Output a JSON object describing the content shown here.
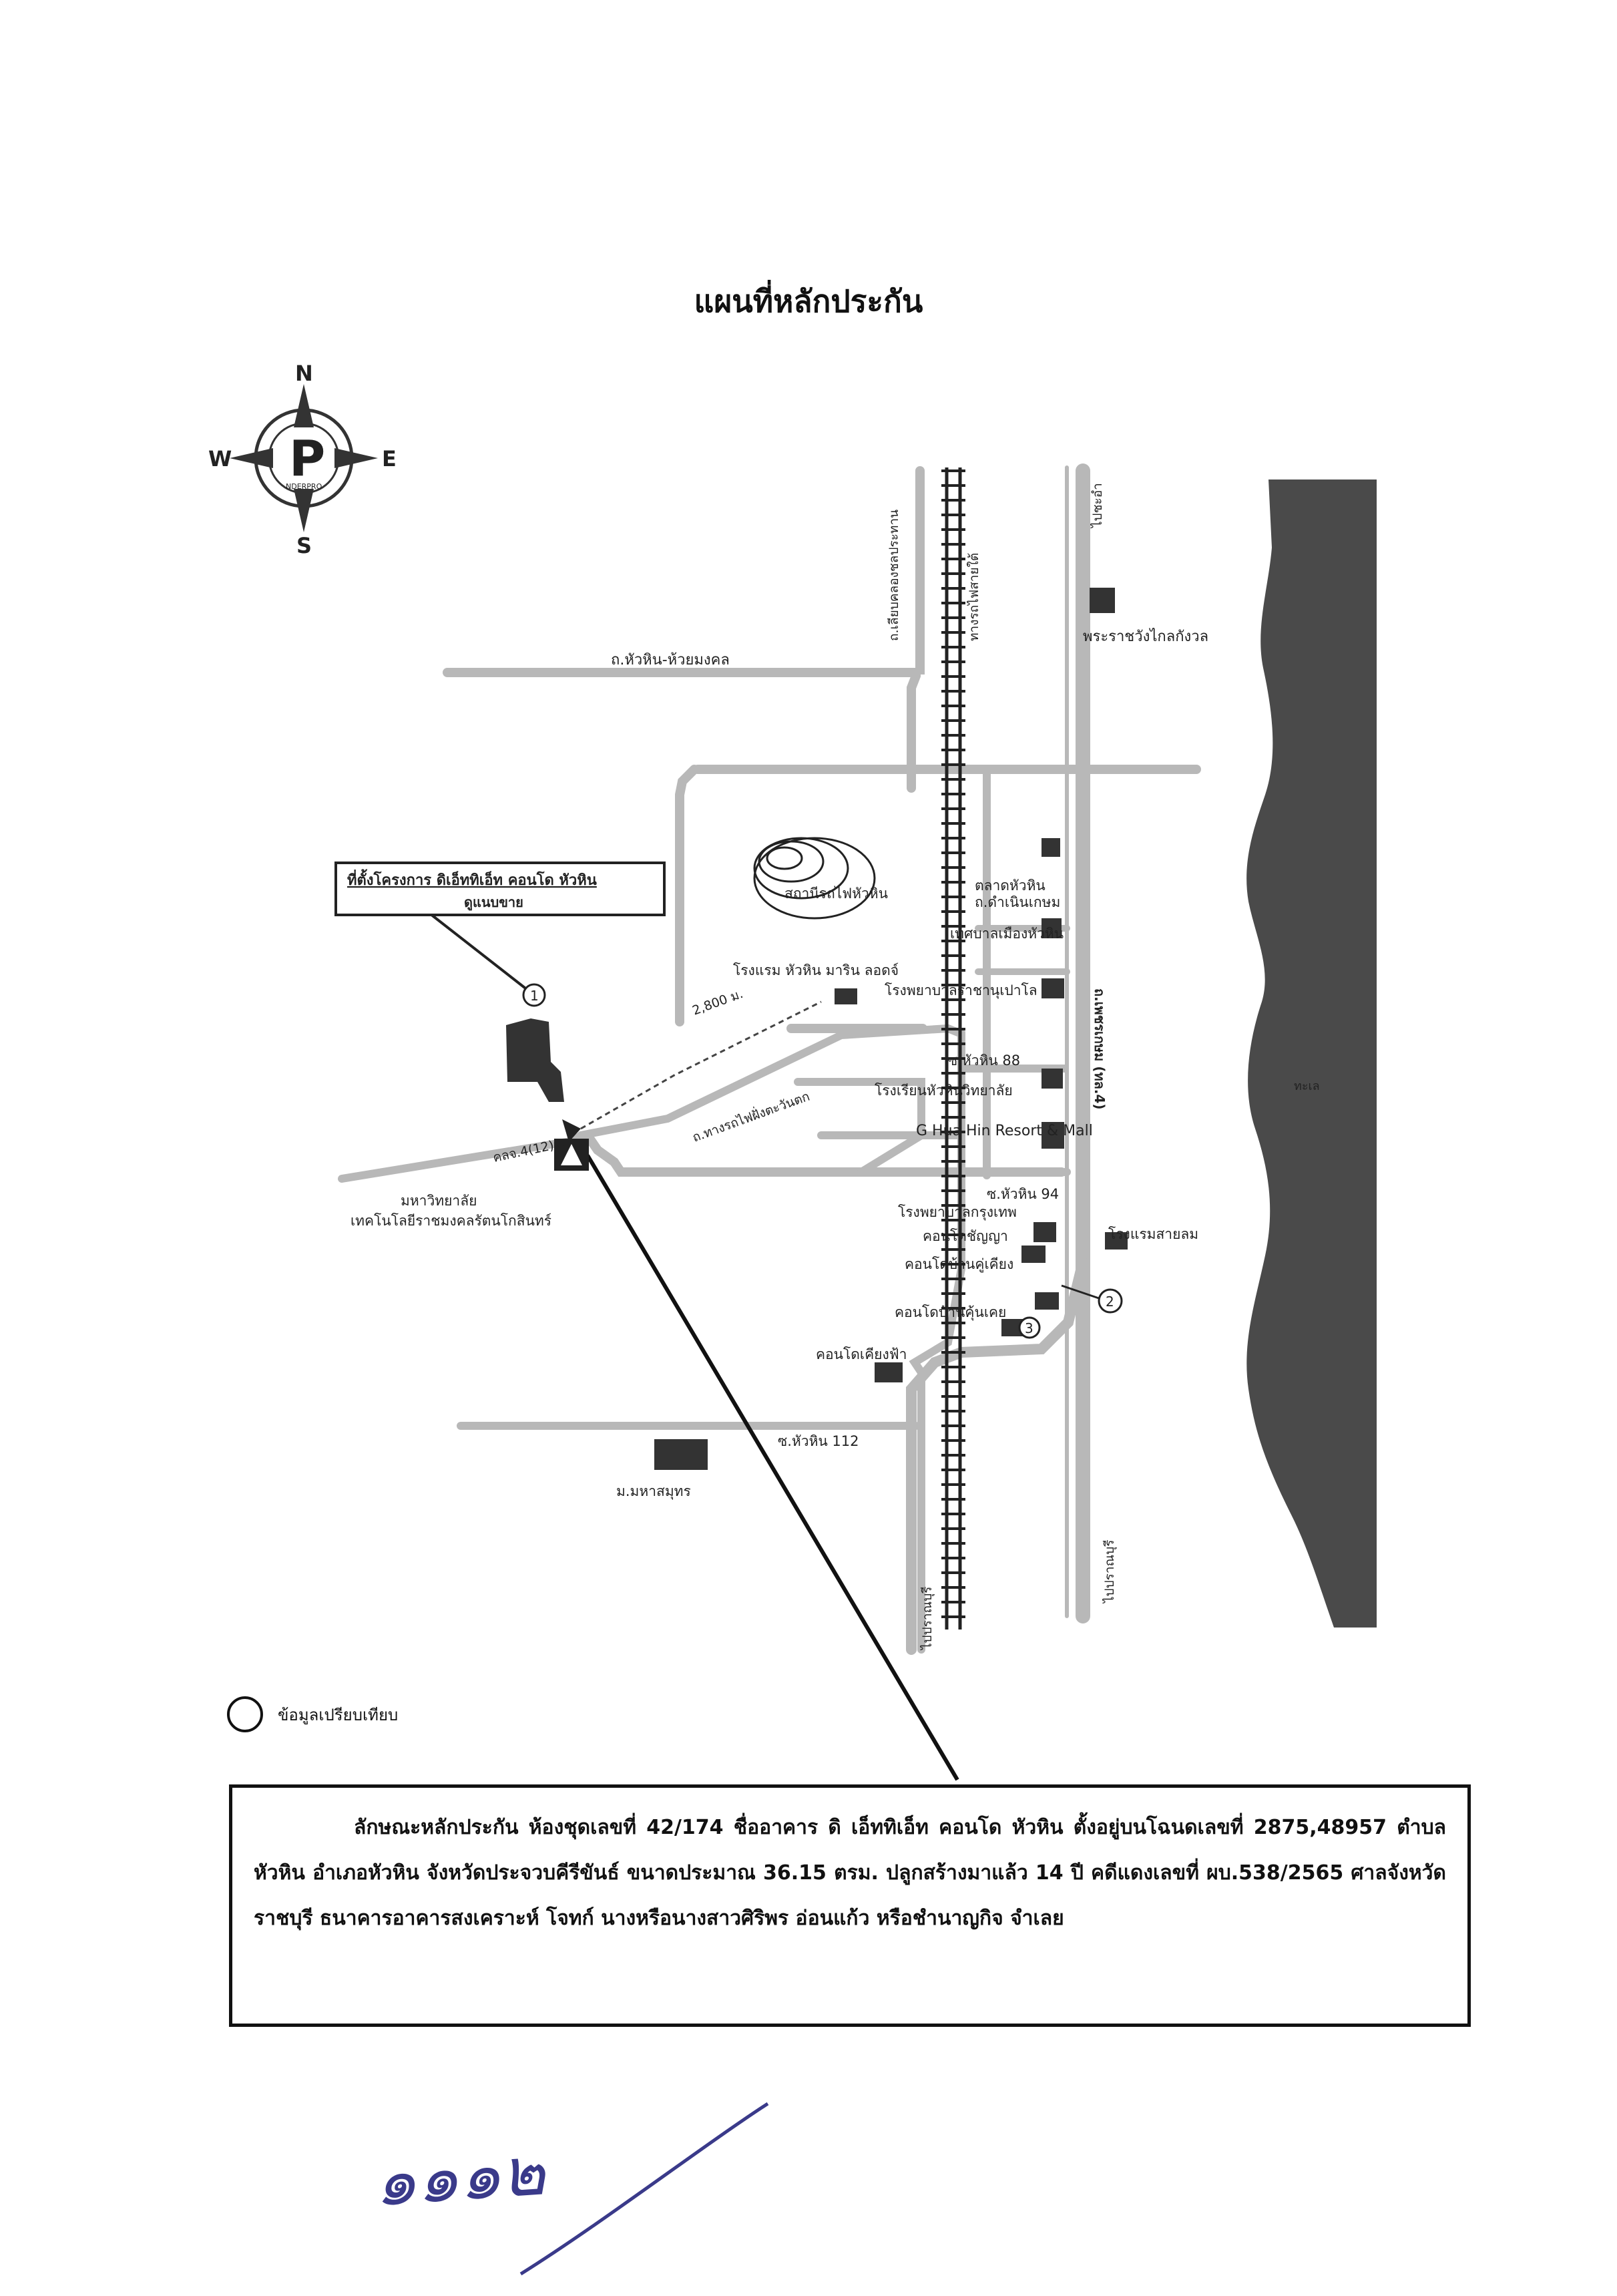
{
  "page": {
    "title": "แผนที่หลักประกัน",
    "handwritten_note": "๑๑๑๒"
  },
  "compass": {
    "north": "N",
    "south": "S",
    "east": "E",
    "west": "W",
    "logo_initial": "P",
    "logo_text": "NDERPRO"
  },
  "map": {
    "callout": {
      "title": "ที่ตั้งโครงการ ดิเอ็ททิเอ็ท คอนโด หัวหิน",
      "subtitle": "ดูแนบขาย"
    },
    "labels": {
      "road_huahin_huaimongkol": "ถ.หัวหิน-ห้วยมงคล",
      "road_liap_khlong": "ถ.เลียบคลองชลประทาน",
      "railway_south": "ทางรถไฟสายใต้",
      "to_cha_am": "ไปชะอำ",
      "klai_kangwon_palace": "พระราชวังไกลกังวล",
      "huahin_station": "สถานีรถไฟหัวหิน",
      "huahin_market": "ตลาดหัวหิน",
      "damnoen_kasem": "ถ.ดำเนินเกษม",
      "huahin_municipality": "เทศบาลเมืองหัวหิน",
      "marin_lodge": "โรงแรม หัวหิน มาริน ลอดจ์",
      "prapokklao_hospital": "โรงพยาบาลราชานุเปาโล",
      "distance": "2,800 ม.",
      "soi_huahin_88": "ซ.หัวหิน 88",
      "huahin_school": "โรงเรียนหัวหินวิทยาลัย",
      "g_huahin_mall": "G Hua Hin Resort & Mall",
      "phetkasem_road": "ถ.เพชรเกษม (ทล.4)",
      "railway_crossing_road": "ถ.ทางรถไฟฝั่งตะวันตก",
      "road_4_12": "คลจ.4(12)ม.",
      "university_line1": "มหาวิทยาลัย",
      "university_line2": "เทคโนโลยีราชมงคลรัตนโกสินทร์",
      "soi_huahin_94": "ซ.หัวหิน 94",
      "bangkok_hospital": "โรงพยาบาลกรุงเทพ",
      "condo_chanya": "คอนโดชัญญา",
      "sailom_hotel": "โรงแรมสายลม",
      "condo_baan_khu_khiang": "คอนโดบ้านคู่เคียง",
      "condo_baan_khun_khoei": "คอนโดบ้านคุ้นเคย",
      "condo_khiang_fa": "คอนโดเคียงฟ้า",
      "soi_huahin_112": "ซ.หัวหิน 112",
      "mahasamut_village": "ม.มหาสมุทร",
      "to_pranburi_left": "ไปปราณบุรี",
      "to_pranburi_right": "ไปปราณบุรี",
      "sea": "ทะเล",
      "marker_1": "1",
      "marker_2": "2",
      "marker_3": "3"
    }
  },
  "legend": {
    "text": "ข้อมูลเปรียบเทียบ"
  },
  "info_box": {
    "text": "ลักษณะหลักประกัน ห้องชุดเลขที่ 42/174 ชื่ออาคาร ดิ เอ็ททิเอ็ท คอนโด หัวหิน ตั้งอยู่บนโฉนดเลขที่ 2875,48957 ตำบลหัวหิน อำเภอหัวหิน จังหวัดประจวบคีรีขันธ์ ขนาดประมาณ 36.15 ตรม. ปลูกสร้างมาแล้ว 14 ปี คดีแดงเลขที่ ผบ.538/2565 ศาลจังหวัดราชบุรี ธนาคารอาคารสงเคราะห์ โจทก์ นางหรือนางสาวศิริพร อ่อนแก้ว หรือชำนาญกิจ จำเลย"
  },
  "colors": {
    "sea": "#4a4a4a",
    "road": "#b8b8b8",
    "ink": "#111111",
    "handwriting": "#3a3a8a"
  }
}
